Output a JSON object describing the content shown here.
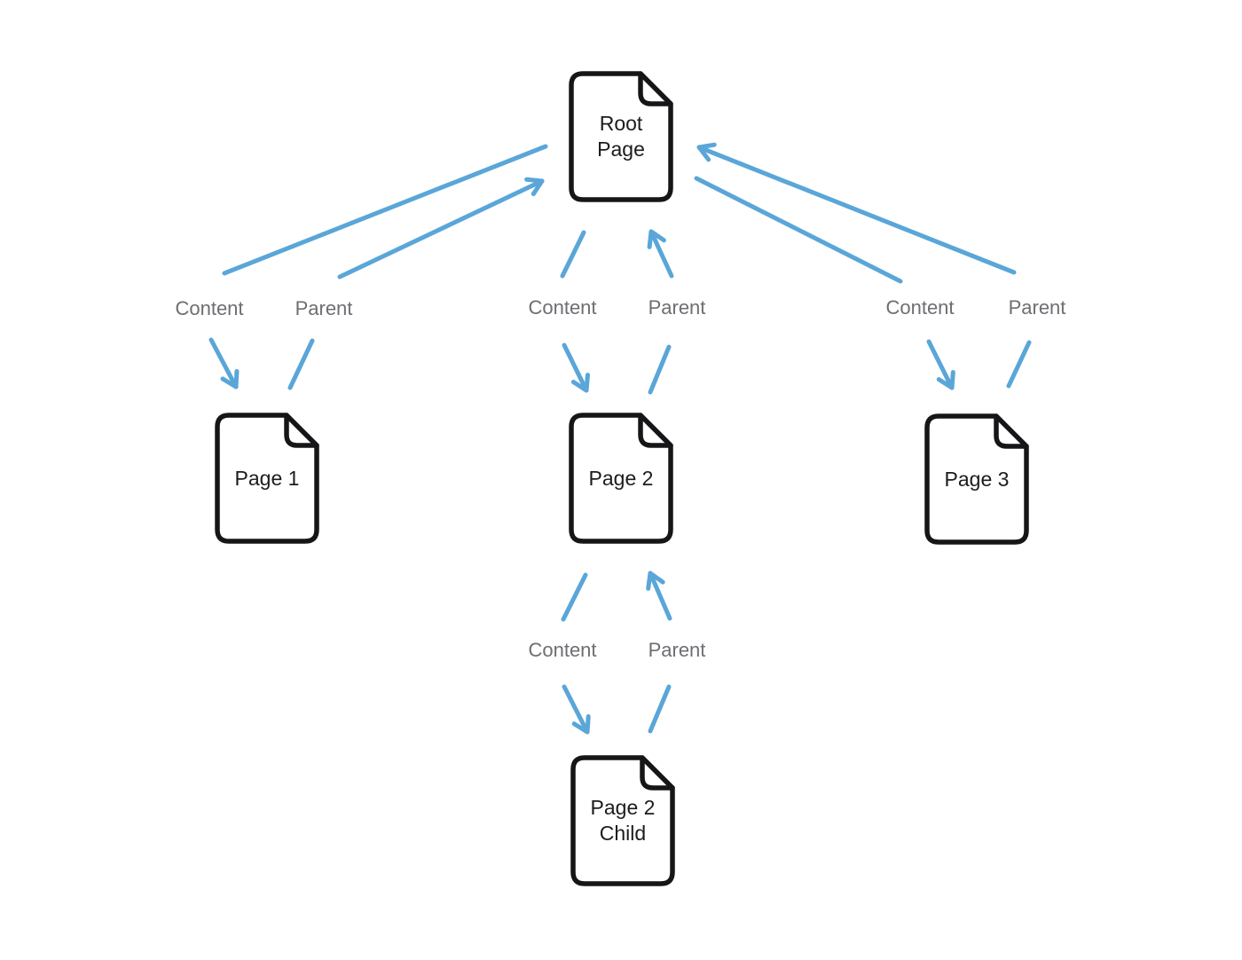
{
  "colors": {
    "arrow_blue": "#5AA6D8",
    "node_border": "#161618",
    "node_fill": "#ffffff",
    "node_text": "#1c1c1e",
    "edge_label_gray": "#6e6e73",
    "background": "#ffffff"
  },
  "nodes": [
    {
      "id": "root-page",
      "label": "Root\nPage"
    },
    {
      "id": "page-1",
      "label": "Page 1"
    },
    {
      "id": "page-2",
      "label": "Page 2"
    },
    {
      "id": "page-3",
      "label": "Page 3"
    },
    {
      "id": "page-2-child",
      "label": "Page 2\nChild"
    }
  ],
  "edge_label_pairs": [
    {
      "link": "root-to-page-1",
      "content": "Content",
      "parent": "Parent"
    },
    {
      "link": "root-to-page-2",
      "content": "Content",
      "parent": "Parent"
    },
    {
      "link": "root-to-page-3",
      "content": "Content",
      "parent": "Parent"
    },
    {
      "link": "page-2-to-page-2-child",
      "content": "Content",
      "parent": "Parent"
    }
  ]
}
